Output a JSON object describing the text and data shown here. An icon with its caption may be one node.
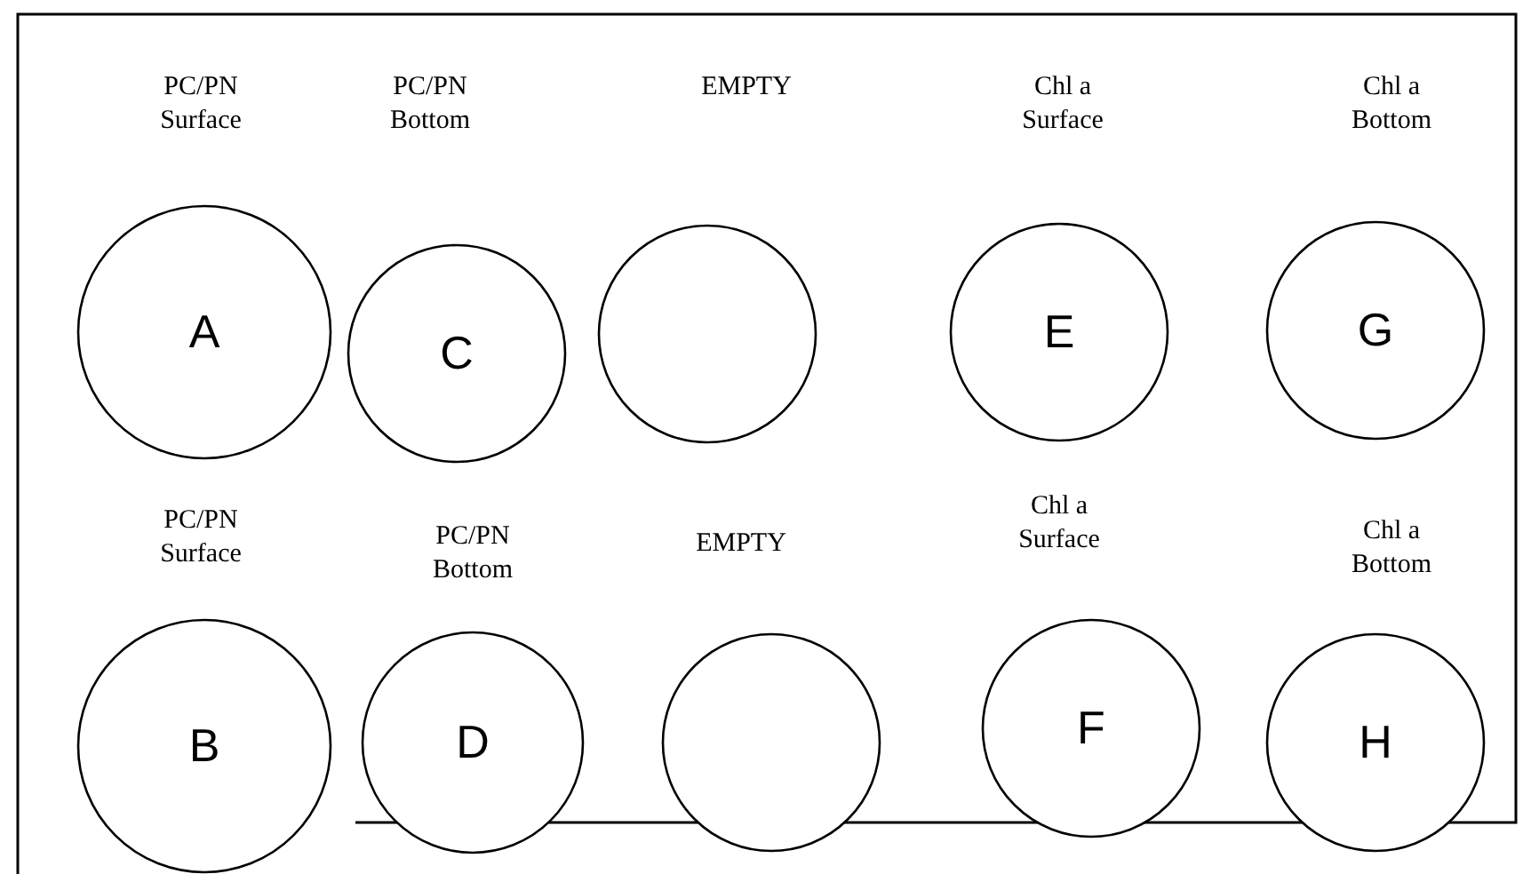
{
  "diagram": {
    "nodes": [
      {
        "text": [
          "A"
        ]
      },
      {
        "text": [
          "C"
        ]
      },
      {
        "text": [],
        "shape": "circle"
      },
      {
        "text": [
          "E"
        ]
      },
      {
        "text": [
          "G"
        ]
      },
      {
        "text": [
          "B"
        ]
      },
      {
        "text": [
          "D"
        ]
      },
      {
        "text": [],
        "shape": "circle"
      },
      {
        "text": [
          "F"
        ]
      },
      {
        "text": [
          "H"
        ]
      }
    ],
    "labels": [
      "PC/PN Surface",
      "PC/PN Bottom",
      "EMPTY",
      "Chl a Surface",
      "Chl a Bottom",
      "PC/PN Surface",
      "PC/PN Bottom",
      "EMPTY",
      "Chl a Surface",
      "Chl a Bottom"
    ]
  }
}
